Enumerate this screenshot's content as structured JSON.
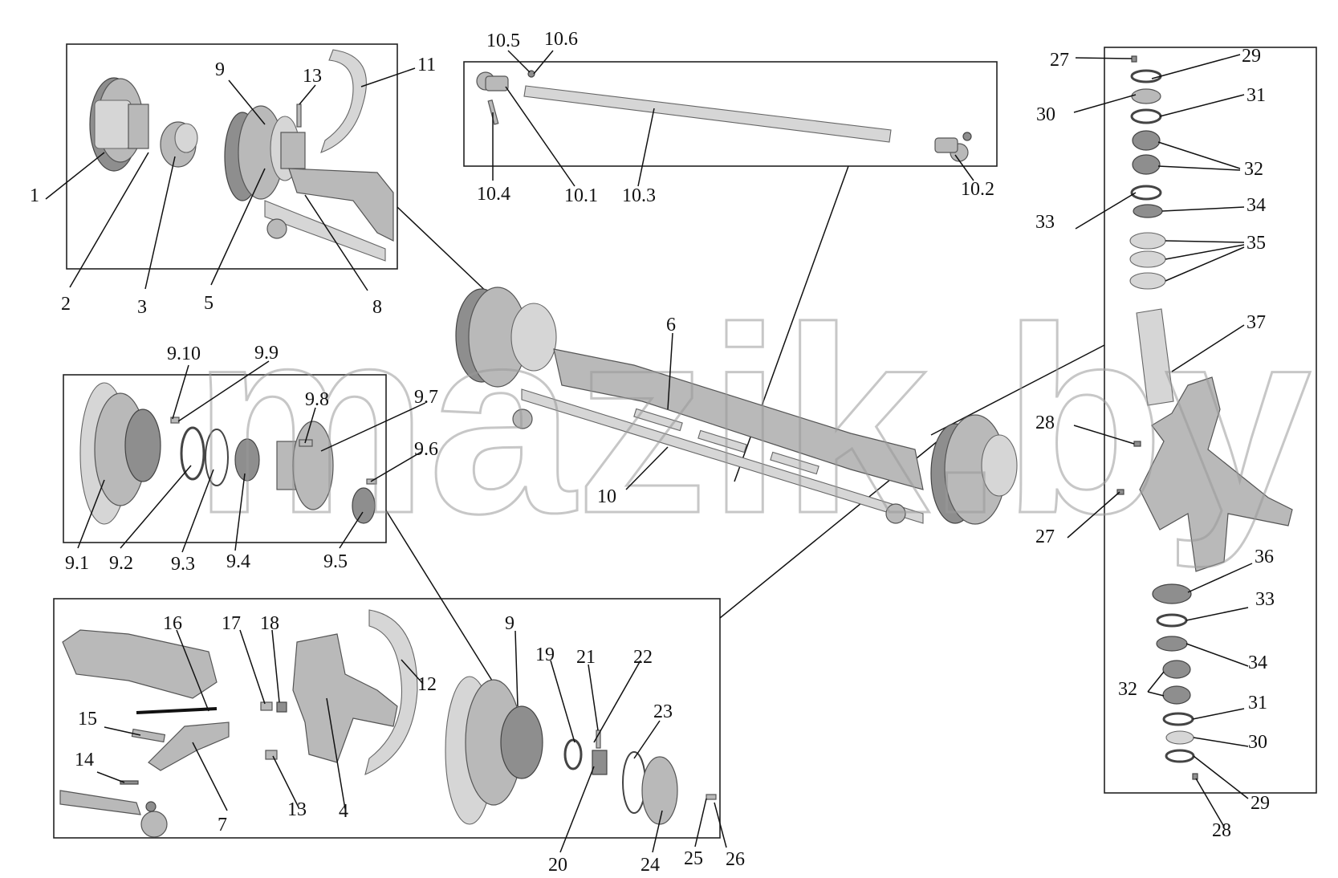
{
  "watermark": "mazik.by",
  "callouts": {
    "top_left_box": [
      "1",
      "2",
      "3",
      "5",
      "8",
      "9",
      "11",
      "13"
    ],
    "tie_rod_box": [
      "10.1",
      "10.2",
      "10.3",
      "10.4",
      "10.5",
      "10.6"
    ],
    "hub_box": [
      "9.1",
      "9.2",
      "9.3",
      "9.4",
      "9.5",
      "9.6",
      "9.7",
      "9.8",
      "9.9",
      "9.10"
    ],
    "main_axle": [
      "6",
      "10"
    ],
    "bottom_box": [
      "4",
      "7",
      "9",
      "12",
      "13",
      "14",
      "15",
      "16",
      "17",
      "18",
      "19",
      "20",
      "21",
      "22",
      "23",
      "24",
      "25",
      "26"
    ],
    "kingpin_box": [
      "27",
      "29",
      "30",
      "31",
      "32",
      "33",
      "34",
      "35",
      "37",
      "28",
      "27",
      "36",
      "33",
      "34",
      "32",
      "31",
      "30",
      "29",
      "28"
    ]
  }
}
